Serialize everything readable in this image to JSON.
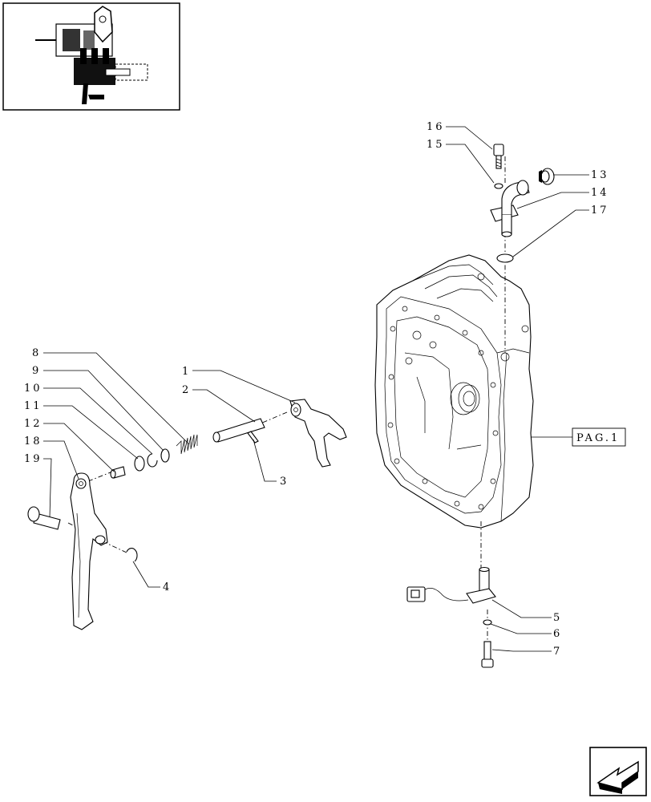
{
  "callouts": [
    "1",
    "2",
    "3",
    "4",
    "5",
    "6",
    "7",
    "8",
    "9",
    "10",
    "11",
    "12",
    "13",
    "14",
    "15",
    "16",
    "17",
    "18",
    "19"
  ],
  "page_ref": "PAG.1",
  "icons": {
    "thumbnail": "assembly-thumbnail-icon",
    "navigation": "next-page-arrow-icon"
  }
}
